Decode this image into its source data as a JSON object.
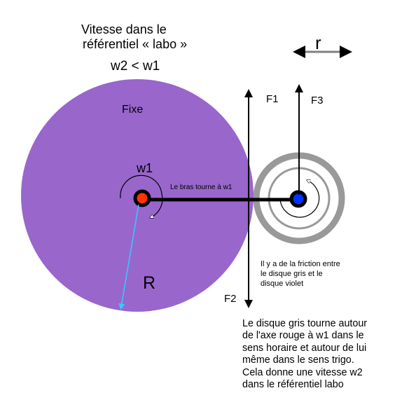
{
  "texts": {
    "title_line1": "Vitesse dans le",
    "title_line2": "référentiel « labo »",
    "comparison": "w2 < w1",
    "r_label": "r",
    "f1": "F1",
    "f2": "F2",
    "f3": "F3",
    "fixe": "Fixe",
    "w1": "w1",
    "bras": "Le bras tourne à w1",
    "R_label": "R",
    "friction_lines": [
      "Il y a de la friction entre",
      "le disque gris et le",
      "disque violet"
    ],
    "paragraph_lines": [
      "Le disque gris tourne autour",
      "de l'axe rouge à w1 dans le",
      "sens horaire et autour de lui",
      "même dans le sens trigo.",
      "Cela donne une vitesse w2",
      "dans le référentiel labo"
    ]
  },
  "colors": {
    "violet_disk": "#9966cc",
    "grey_ring": "#999999",
    "red_axis": "#ff3300",
    "blue_axis": "#0033ff",
    "radius_arrow": "#33ccff",
    "arrow_grey": "#808080"
  }
}
